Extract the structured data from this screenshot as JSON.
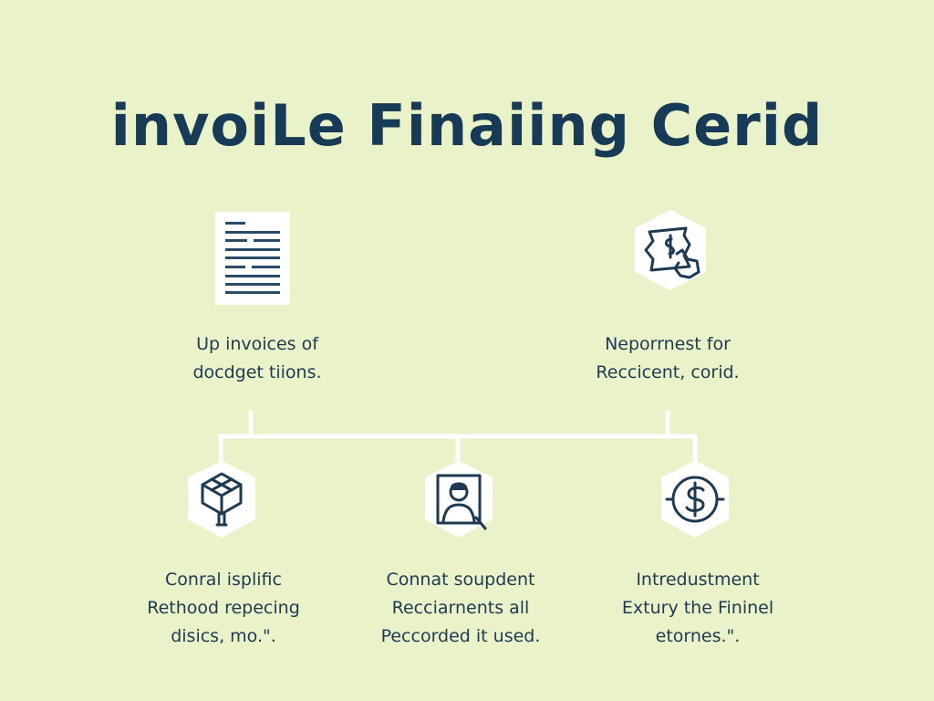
{
  "title": "invoiLe Finaiing Cerid",
  "top_nodes": [
    {
      "icon": "document-icon",
      "lines": [
        "Up invoices of",
        "docdget tiions."
      ]
    },
    {
      "icon": "dollar-hand-icon",
      "lines": [
        "Neporrnest for",
        "Reccicent, corid."
      ]
    }
  ],
  "bottom_nodes": [
    {
      "icon": "cube-network-icon",
      "lines": [
        "Conral isplific",
        "Rethood repecing",
        "disics, mo.\"."
      ]
    },
    {
      "icon": "person-portrait-icon",
      "lines": [
        "Connat soupdent",
        "Recciarnents all",
        "Peccorded it used."
      ]
    },
    {
      "icon": "dollar-circle-icon",
      "lines": [
        "Intredustment",
        "Extury the Fininel",
        "etornes.\"."
      ]
    }
  ]
}
